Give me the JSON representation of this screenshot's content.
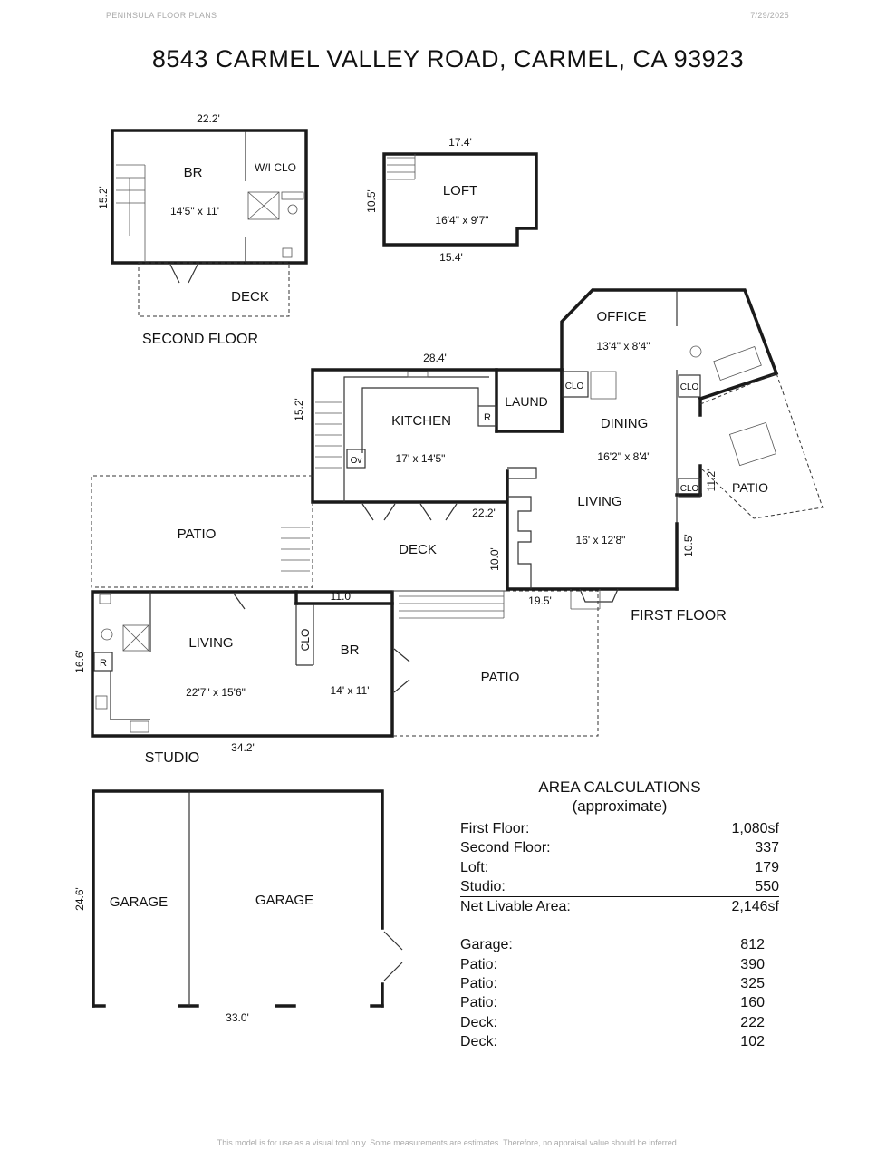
{
  "header": {
    "company": "PENINSULA FLOOR PLANS",
    "date": "7/29/2025"
  },
  "title": "8543 CARMEL VALLEY ROAD, CARMEL, CA  93923",
  "floors": {
    "second_floor": "SECOND FLOOR",
    "loft_label": "LOFT",
    "first_floor": "FIRST FLOOR",
    "studio": "STUDIO"
  },
  "rooms": {
    "br2": {
      "name": "BR",
      "size": "14'5\" x 11'"
    },
    "wicl": "W/I CLO",
    "deck2": "DECK",
    "loft": {
      "name": "LOFT",
      "size": "16'4\" x 9'7\""
    },
    "kitchen": {
      "name": "KITCHEN",
      "size": "17' x 14'5\""
    },
    "laund": "LAUND",
    "office": {
      "name": "OFFICE",
      "size": "13'4\" x 8'4\""
    },
    "dining": {
      "name": "DINING",
      "size": "16'2\" x 8'4\""
    },
    "living1": {
      "name": "LIVING",
      "size": "16' x 12'8\""
    },
    "patio_left": "PATIO",
    "deck1": "DECK",
    "patio_right": "PATIO",
    "patio_studio": "PATIO",
    "studio_living": {
      "name": "LIVING",
      "size": "22'7\" x 15'6\""
    },
    "studio_br": {
      "name": "BR",
      "size": "14' x 11'"
    },
    "garage1": "GARAGE",
    "garage2": "GARAGE",
    "clo": "CLO",
    "r": "R",
    "ov": "Ov"
  },
  "dims": {
    "br2_w": "22.2'",
    "br2_h": "15.2'",
    "loft_top": "17.4'",
    "loft_h": "10.5'",
    "loft_bot": "15.4'",
    "kit_w": "28.4'",
    "kit_h": "15.2'",
    "deck_w": "22.2'",
    "deck_h": "10.0'",
    "liv_w": "19.5'",
    "liv_h": "10.5'",
    "patio_h": "11.2'",
    "studio_top": "11.0'",
    "studio_h": "16.6'",
    "studio_w": "34.2'",
    "garage_h": "24.6'",
    "garage_w": "33.0'"
  },
  "area": {
    "title_line1": "AREA CALCULATIONS",
    "title_line2": "(approximate)",
    "rows": [
      {
        "label": "First  Floor:",
        "value": "1,080sf"
      },
      {
        "label": "Second Floor:",
        "value": "337"
      },
      {
        "label": "Loft:",
        "value": "179"
      },
      {
        "label": "Studio:",
        "value": "550"
      }
    ],
    "net": {
      "label": "Net Livable Area:",
      "value": "2,146sf"
    },
    "other_rows": [
      {
        "label": "Garage:",
        "value": "812"
      },
      {
        "label": "Patio:",
        "value": "390"
      },
      {
        "label": "Patio:",
        "value": "325"
      },
      {
        "label": "Patio:",
        "value": "160"
      },
      {
        "label": "Deck:",
        "value": "222"
      },
      {
        "label": "Deck:",
        "value": "102"
      }
    ]
  },
  "footer": "This model is for use as a visual tool only. Some measurements are estimates. Therefore, no appraisal value should be inferred."
}
